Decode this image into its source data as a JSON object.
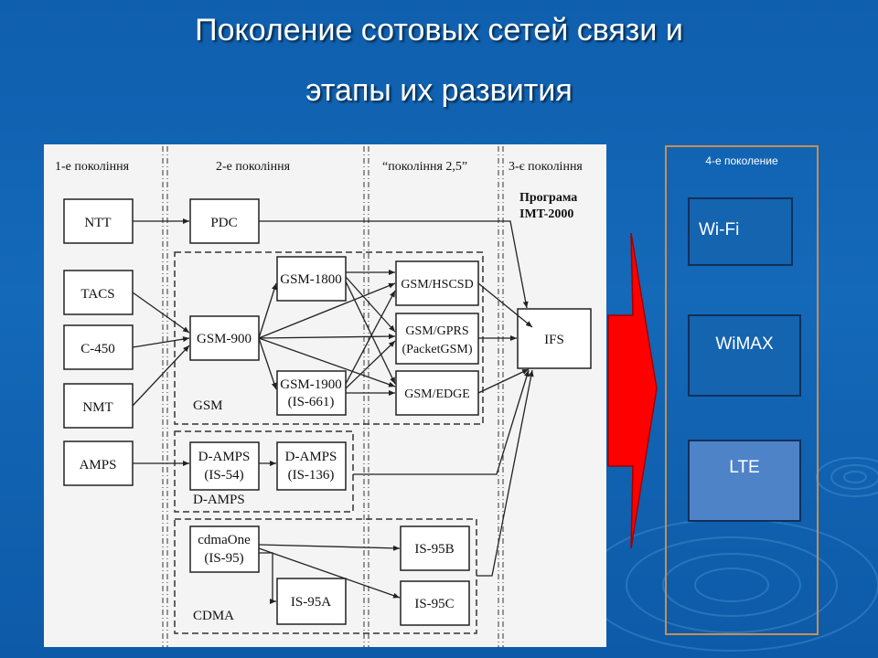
{
  "slide": {
    "title_line1": "Поколение сотовых сетей связи и",
    "title_line2": "этапы их развития"
  },
  "diagram": {
    "columns": [
      "1-е покоління",
      "2-е покоління",
      "“покоління 2,5”",
      "3-є покоління"
    ],
    "program_label": [
      "Програма",
      "IMT-2000"
    ],
    "first_gen": [
      "NTT",
      "TACS",
      "C-450",
      "NMT",
      "AMPS"
    ],
    "groups": {
      "gsm": {
        "label": "GSM",
        "nodes": [
          "GSM-900",
          "GSM-1800",
          "GSM-1900",
          "(IS-661)"
        ],
        "gen25": [
          "GSM/HSCSD",
          "GSM/GPRS",
          "(PacketGSM)",
          "GSM/EDGE"
        ]
      },
      "damps": {
        "label": "D-AMPS",
        "nodes": [
          "D-AMPS",
          "(IS-54)",
          "D-AMPS",
          "(IS-136)"
        ]
      },
      "cdma": {
        "label": "CDMA",
        "nodes": [
          "cdmaOne",
          "(IS-95)",
          "IS-95A",
          "IS-95B",
          "IS-95C"
        ]
      }
    },
    "pdc": "PDC",
    "ifs": "IFS"
  },
  "fourth_gen": {
    "title": "4-е поколение",
    "items": [
      "Wi-Fi",
      "WiMAX",
      "LTE"
    ]
  },
  "colors": {
    "background": "#1469b8",
    "arrow": "#ff0000",
    "panel_border": "#c98e52",
    "box_blue": "#1564b0",
    "box_light": "#4f83c8"
  }
}
